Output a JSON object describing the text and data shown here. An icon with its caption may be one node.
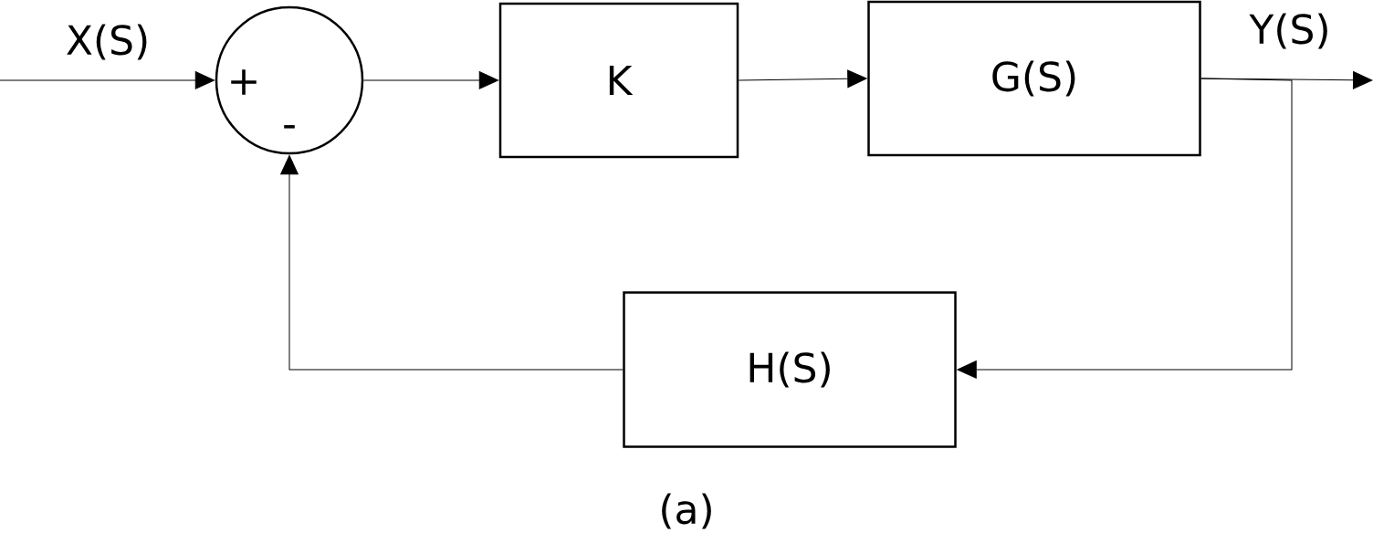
{
  "diagram": {
    "caption": "(a)",
    "nodes": [
      {
        "text": [
          "+",
          "-"
        ]
      },
      {
        "text": [
          "K"
        ]
      },
      {
        "text": [
          "G(S)"
        ]
      },
      {
        "text": [
          "H(S)"
        ]
      }
    ],
    "edges": [
      {
        "from": null,
        "to": 0,
        "arrow": "to",
        "label": "X(S)"
      },
      {
        "from": 0,
        "to": 1,
        "arrow": "to"
      },
      {
        "from": 1,
        "to": 2,
        "arrow": "to"
      },
      {
        "from": 2,
        "to": null,
        "arrow": "to",
        "label": "Y(S)"
      },
      {
        "from": 2,
        "to": 3,
        "arrow": "to"
      },
      {
        "from": 3,
        "to": 0,
        "arrow": "to"
      }
    ]
  }
}
